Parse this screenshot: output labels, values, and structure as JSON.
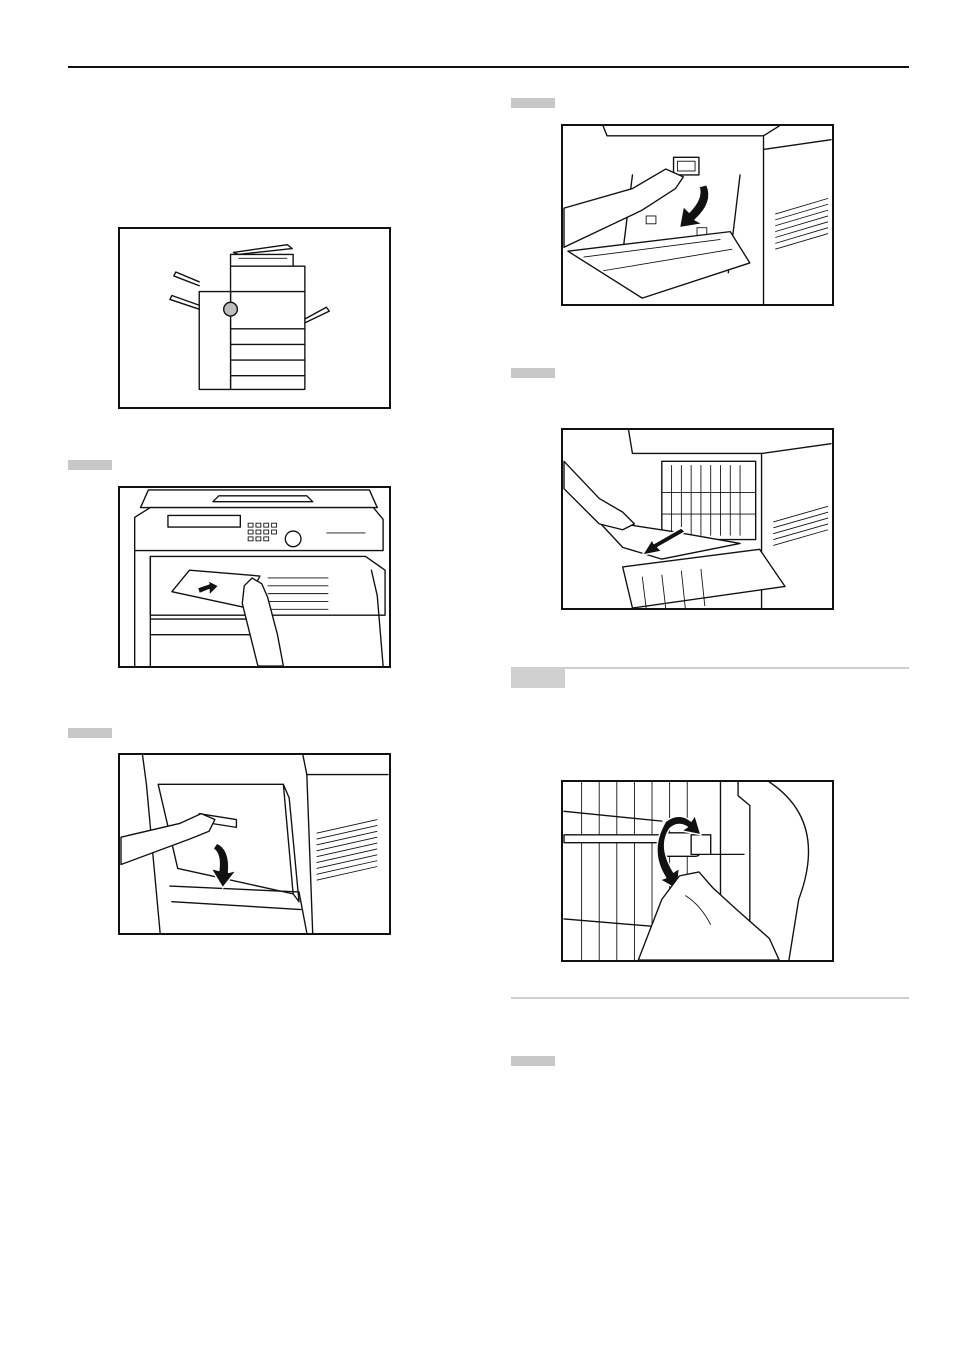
{
  "page": {
    "steps": [
      {
        "id": "left-1",
        "column": "left"
      },
      {
        "id": "left-2",
        "column": "left"
      },
      {
        "id": "right-1",
        "column": "right"
      },
      {
        "id": "right-2",
        "column": "right"
      },
      {
        "id": "right-note",
        "column": "right"
      },
      {
        "id": "right-3",
        "column": "right"
      }
    ],
    "illustrations": [
      {
        "name": "copier-location-diagram",
        "highlight_color": "#bdbdbd"
      },
      {
        "name": "paper-removal-output-tray"
      },
      {
        "name": "front-cover-opening"
      },
      {
        "name": "side-cover-opening"
      },
      {
        "name": "jammed-paper-pull-out"
      },
      {
        "name": "knob-turning-closeup"
      }
    ],
    "colors": {
      "rule": "#111111",
      "step_marker": "#c8c8c8",
      "note_rule": "#cfcfcf"
    }
  }
}
